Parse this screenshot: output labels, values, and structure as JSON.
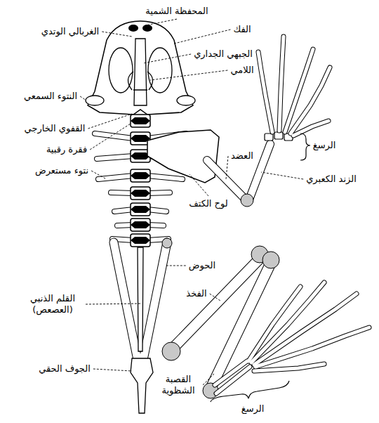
{
  "diagram": {
    "labels": [
      "المحفظة الشمية",
      "الفك",
      "الغربالي الوتدي",
      "الجبهي الجداري",
      "اللامي",
      "النتوء السمعي",
      "القفوي الخارجي",
      "فقرة رقبية",
      "نتوء مستعرض",
      "الرسغ",
      "العضد",
      "الزند الكعبري",
      "لوح الكتف",
      "الحوض",
      "القلم الذنبي (العصعص)",
      "الفخذ",
      "الجوف الحقي",
      "القصبة الشظوية",
      "الرسغ"
    ]
  }
}
